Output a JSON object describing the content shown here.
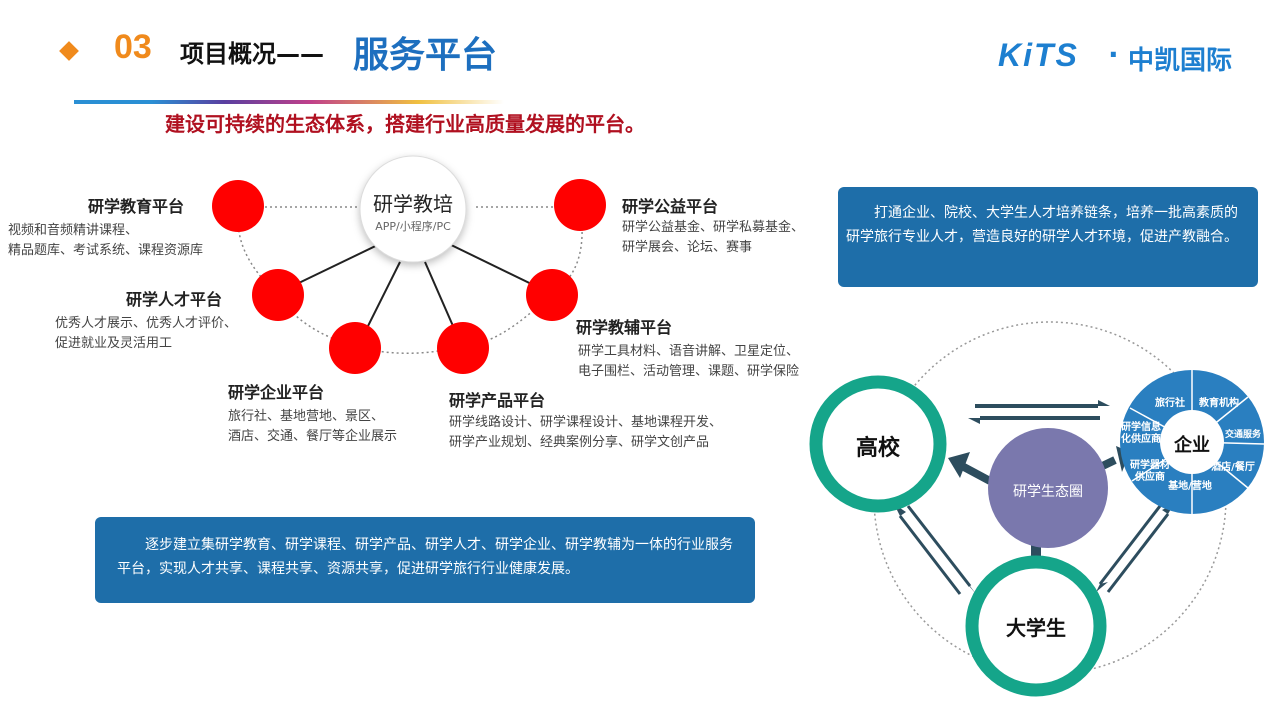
{
  "header": {
    "section_number": "03",
    "title_prefix": "项目概况——",
    "title_emphasis": "服务平台",
    "logo_latin": "KiTS",
    "logo_separator": "·",
    "logo_chinese": "中凯国际"
  },
  "subtitle": "建设可持续的生态体系，搭建行业高质量发展的平台。",
  "hub": {
    "title": "研学教培",
    "subtitle": "APP/小程序/PC"
  },
  "platforms": [
    {
      "title": "研学教育平台",
      "desc": [
        "视频和音频精讲课程、",
        "精品题库、考试系统、课程资源库"
      ]
    },
    {
      "title": "研学人才平台",
      "desc": [
        "优秀人才展示、优秀人才评价、",
        "促进就业及灵活用工"
      ]
    },
    {
      "title": "研学企业平台",
      "desc": [
        "旅行社、基地营地、景区、",
        "酒店、交通、餐厅等企业展示"
      ]
    },
    {
      "title": "研学产品平台",
      "desc": [
        "研学线路设计、研学课程设计、基地课程开发、",
        "研学产业规划、经典案例分享、研学文创产品"
      ]
    },
    {
      "title": "研学教辅平台",
      "desc": [
        "研学工具材料、语音讲解、卫星定位、",
        "电子围栏、活动管理、课题、研学保险"
      ]
    },
    {
      "title": "研学公益平台",
      "desc": [
        "研学公益基金、研学私募基金、",
        "研学展会、论坛、赛事"
      ]
    }
  ],
  "box_right": "打通企业、院校、大学生人才培养链条，培养一批高素质的研学旅行专业人才，营造良好的研学人才环境，促进产教融合。",
  "box_bottom": "逐步建立集研学教育、研学课程、研学产品、研学人才、研学企业、研学教辅为一体的行业服务平台，实现人才共享、课程共享、资源共享，促进研学旅行行业健康发展。",
  "ecosystem": {
    "center": "研学生态圈",
    "school": "高校",
    "student": "大学生",
    "enterprise": "企业",
    "enterprise_segments": [
      "旅行社",
      "教育机构",
      "交通服务",
      "酒店/餐厅",
      "基地/营地",
      "研学器材供应商",
      "研学信息化供应商"
    ]
  },
  "colors": {
    "accent_orange": "#f08a1c",
    "title_blue": "#1d6fbf",
    "subtitle_red": "#b01020",
    "node_red": "#ff0000",
    "box_blue": "#1e6ea9",
    "ring_teal": "#15a58a",
    "center_purple": "#7a78ad",
    "arrow_dark": "#2d4d5e",
    "segment_blue": "#2a7fc0"
  },
  "icons": {
    "bullet": "diamond-icon",
    "arrows": "double-arrow-icon"
  }
}
